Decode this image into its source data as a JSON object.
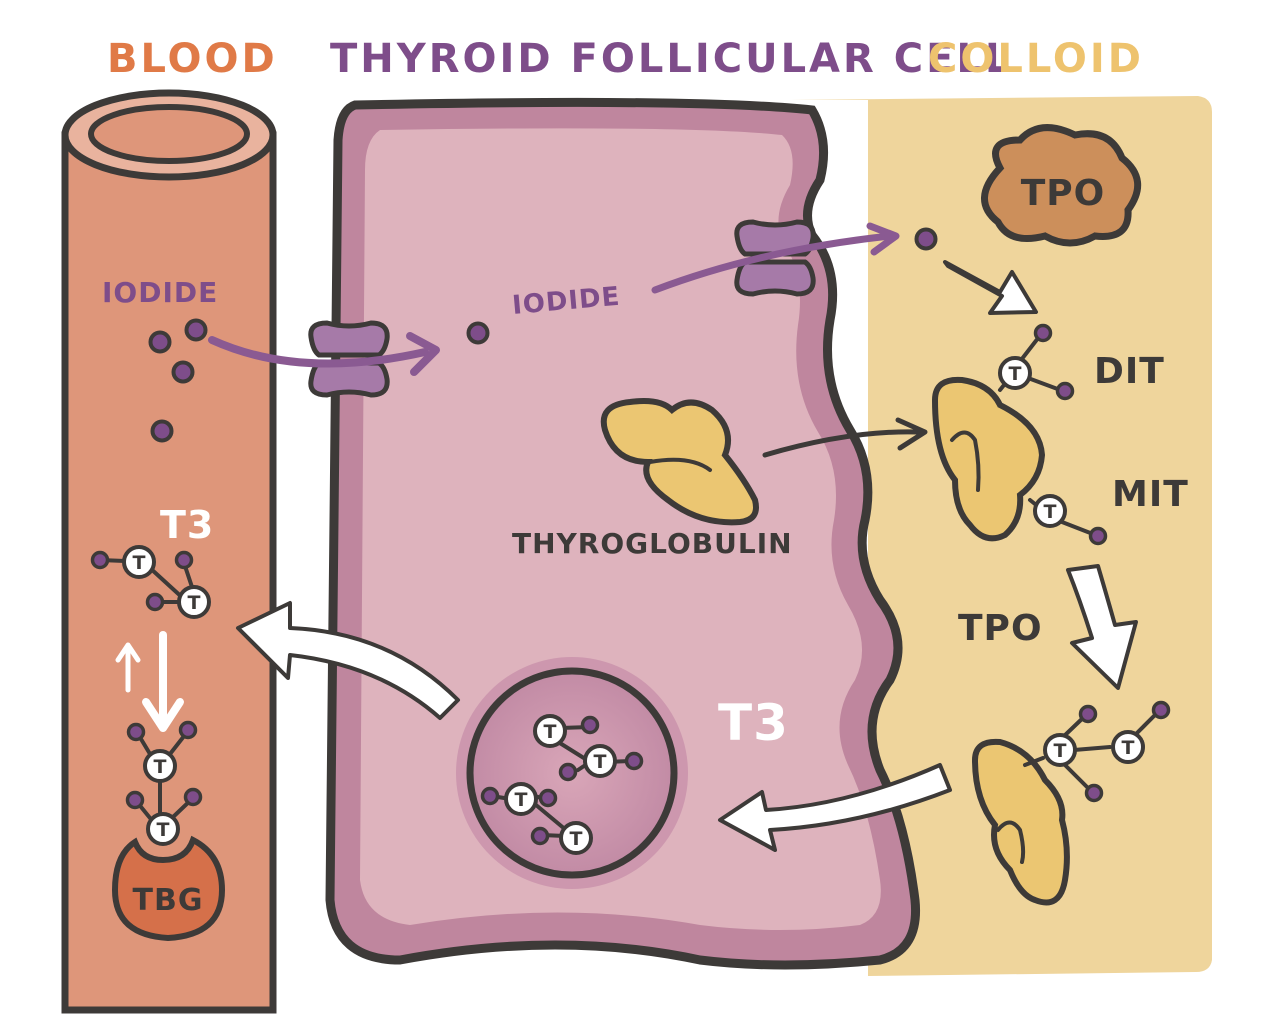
{
  "headers": {
    "blood": "BLOOD",
    "cell": "THYROID FOLLICULAR CELL",
    "colloid": "COLLOID"
  },
  "labels": {
    "iodide_blood": "IODIDE",
    "iodide_cell": "IODIDE",
    "thyroglobulin": "THYROGLOBULIN",
    "tpo_enzyme": "TPO",
    "tpo_arrow": "TPO",
    "dit": "DIT",
    "mit": "MIT",
    "t3_blood": "T3",
    "t3_vesicle": "T3",
    "tbg": "TBG",
    "t_symbol": "T"
  },
  "colors": {
    "blood_header": "#e07a47",
    "cell_header": "#7e4d8a",
    "colloid_header": "#eec36e",
    "blood_vessel": "#de967a",
    "blood_rim": "#e9b39e",
    "cell_fill": "#deb3bd",
    "cell_membrane": "#bf869e",
    "colloid_fill": "#efd59c",
    "tpo_fill": "#cc8f5b",
    "thyroglobulin_fill": "#ebc672",
    "iodide_dot": "#7e4d8a",
    "transporter": "#a67aa8",
    "iodide_arrow": "#8a5a92",
    "tbg_fill": "#d5704a",
    "outline": "#3d3a38"
  }
}
